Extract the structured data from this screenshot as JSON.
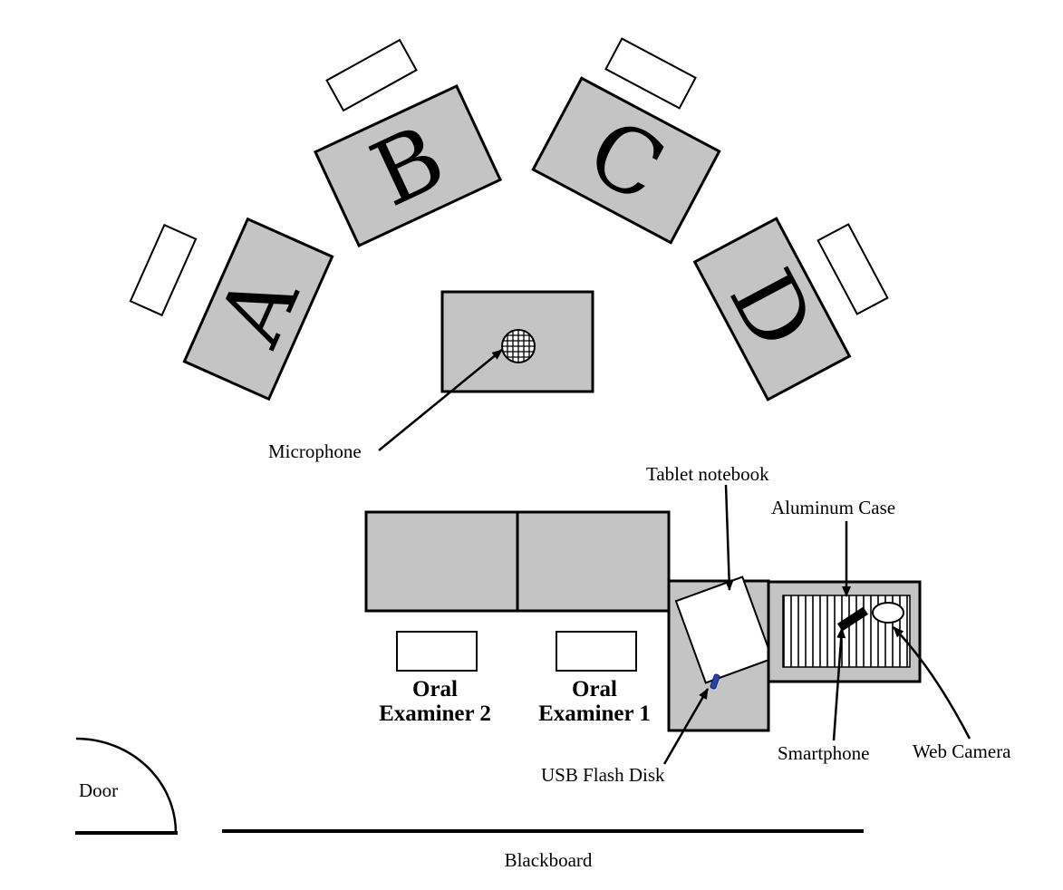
{
  "desks": {
    "a": "A",
    "b": "B",
    "c": "C",
    "d": "D"
  },
  "labels": {
    "microphone": "Microphone",
    "tablet_notebook": "Tablet notebook",
    "aluminum_case": "Aluminum Case",
    "smartphone": "Smartphone",
    "web_camera": "Web Camera",
    "usb_flash_disk": "USB Flash Disk",
    "door": "Door",
    "blackboard": "Blackboard"
  },
  "examiners": {
    "examiner_2_line1": "Oral",
    "examiner_2_line2": "Examiner 2",
    "examiner_1_line1": "Oral",
    "examiner_1_line2": "Examiner 1"
  },
  "colors": {
    "desk_fill": "#c4c4c4",
    "usb_color": "#2a3fb0"
  }
}
